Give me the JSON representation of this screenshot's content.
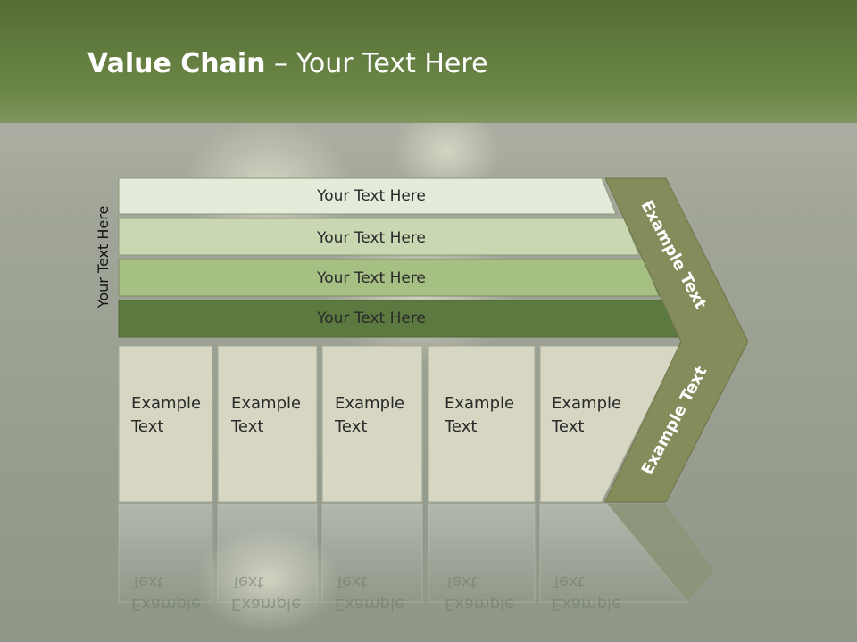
{
  "slide": {
    "title_bold": "Value Chain",
    "title_rest": " – Your Text Here",
    "side_label": "Your Text Here"
  },
  "bars": [
    {
      "label": "Your Text Here",
      "color": "#e4ebdb"
    },
    {
      "label": "Your Text Here",
      "color": "#c9d8b3"
    },
    {
      "label": "Your Text Here",
      "color": "#a6bf82"
    },
    {
      "label": "Your Text Here",
      "color": "#5c7940"
    }
  ],
  "cells": [
    {
      "line1": "Example",
      "line2": "Text"
    },
    {
      "line1": "Example",
      "line2": "Text"
    },
    {
      "line1": "Example",
      "line2": "Text"
    },
    {
      "line1": "Example",
      "line2": "Text"
    },
    {
      "line1": "Example",
      "line2": "Text"
    }
  ],
  "chevron": {
    "upper_label": "Example Text",
    "lower_label": "Example Text",
    "color": "#858c5c"
  },
  "colors": {
    "header_green": "#5f7b3e",
    "cell_fill": "#d6d6c2",
    "grass": "#939a8e"
  }
}
